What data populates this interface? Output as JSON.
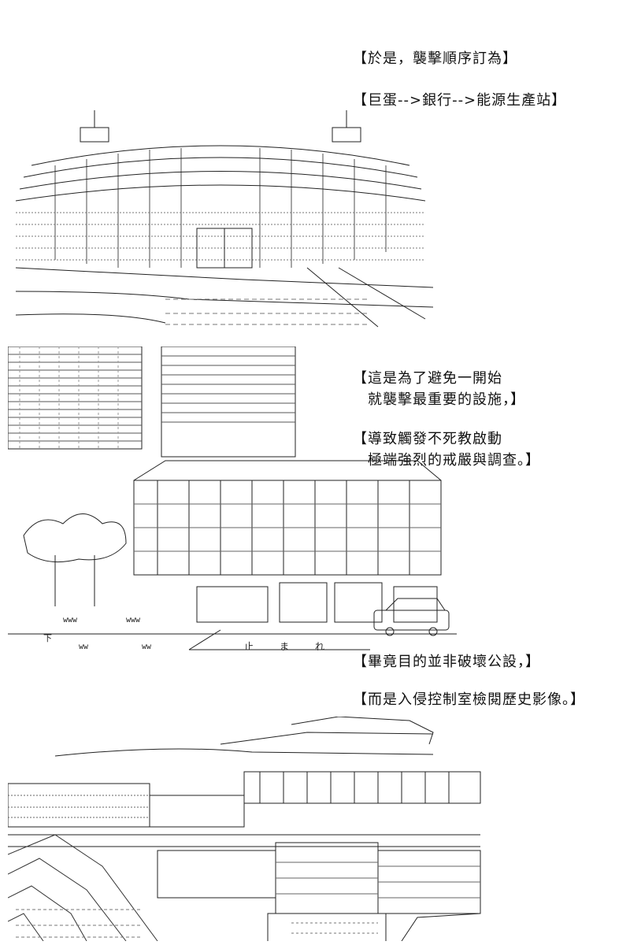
{
  "captions": {
    "c1": "【於是，襲擊順序訂為】",
    "c2": "【巨蛋-->銀行-->能源生產站】",
    "c3_line1": "【這是為了避免一開始",
    "c3_line2": "　就襲擊最重要的設施，】",
    "c4_line1": "【導致觸發不死教啟動",
    "c4_line2": "　極端強烈的戒嚴與調查。】",
    "c5": "【畢竟目的並非破壞公設，】",
    "c6": "【而是入侵控制室檢閱歷史影像。】"
  },
  "art_labels": {
    "bank_sign_stop": "止",
    "bank_sign_ma": "ま",
    "bank_sign_re": "れ",
    "bank_sign_shita": "下",
    "ground_w1": "www",
    "ground_w2": "www",
    "ground_w3": "ww",
    "ground_w4": "ww"
  },
  "icons": {
    "dome_art": "dome-ascii-art",
    "bank_art": "bank-street-ascii-art",
    "plant_art": "power-plant-ascii-art"
  },
  "colors": {
    "ink": "#111111",
    "background": "#ffffff"
  }
}
